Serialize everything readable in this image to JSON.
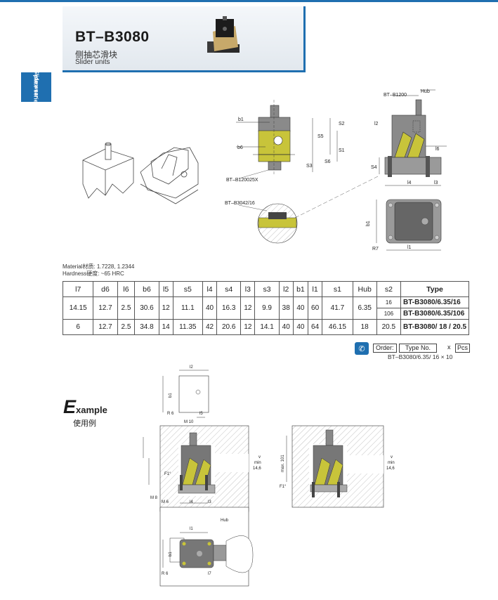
{
  "header": {
    "code": "BT–B3080",
    "title_cn": "侧抽芯滑块",
    "title_en": "Slider units"
  },
  "side_tab": {
    "line1": "Slide wear",
    "line2": "plate series"
  },
  "drawing_labels": {
    "bt_b1200": "BT–B1200",
    "hub": "Hub",
    "b1": "b1",
    "b6": "b6",
    "s2": "S2",
    "s5": "S5",
    "s1": "S1",
    "s3": "S3",
    "s6": "S6",
    "s4": "S4",
    "l2": "l2",
    "l6": "l6",
    "l4": "l4",
    "l3": "l3",
    "l1": "l1",
    "r7": "R7",
    "bt_b120025x": "BT–B120025X",
    "bt_b3042": "BT–B3042/16",
    "m10": "M 10",
    "m8": "M 8",
    "m6": "M 6",
    "r6": "R 6",
    "f1": "F1°",
    "max101": "max. 101",
    "min": "min",
    "v146": "14,6",
    "l5": "l5",
    "l7": "l7",
    "v": "v"
  },
  "material": {
    "line1": "Material材质: 1.7228, 1.2344",
    "line2": "Hardness硬度: ~65 HRC"
  },
  "table": {
    "headers": [
      "l7",
      "d6",
      "l6",
      "b6",
      "l5",
      "s5",
      "l4",
      "s4",
      "l3",
      "s3",
      "l2",
      "b1",
      "l1",
      "s1",
      "Hub",
      "s2",
      "Type"
    ],
    "row1": [
      "14.15",
      "12.7",
      "2.5",
      "30.6",
      "12",
      "11.1",
      "40",
      "16.3",
      "12",
      "9.9",
      "38",
      "40",
      "60",
      "41.7",
      "6.35"
    ],
    "row1_s2_a": "16",
    "row1_type_a": "BT-B3080/6.35/16",
    "row1_s2_b": "106",
    "row1_type_b": "BT-B3080/6.35/106",
    "row2": [
      "6",
      "12.7",
      "2.5",
      "34.8",
      "14",
      "11.35",
      "42",
      "20.6",
      "12",
      "14.1",
      "40",
      "40",
      "64",
      "46.15",
      "18",
      "20.5"
    ],
    "row2_type": "BT-B3080/ 18 / 20.5"
  },
  "order": {
    "label": "Order:",
    "type_no": "Type No.",
    "x": "x",
    "pcs": "Pcs",
    "sample": "BT–B3080/6.35/ 16 ×   10"
  },
  "example": {
    "big": "E",
    "rest": "xample",
    "cn": "使用例"
  },
  "colors": {
    "accent": "#1f6fb0",
    "yellow": "#c8c43a",
    "steel": "#8a8a8a"
  }
}
